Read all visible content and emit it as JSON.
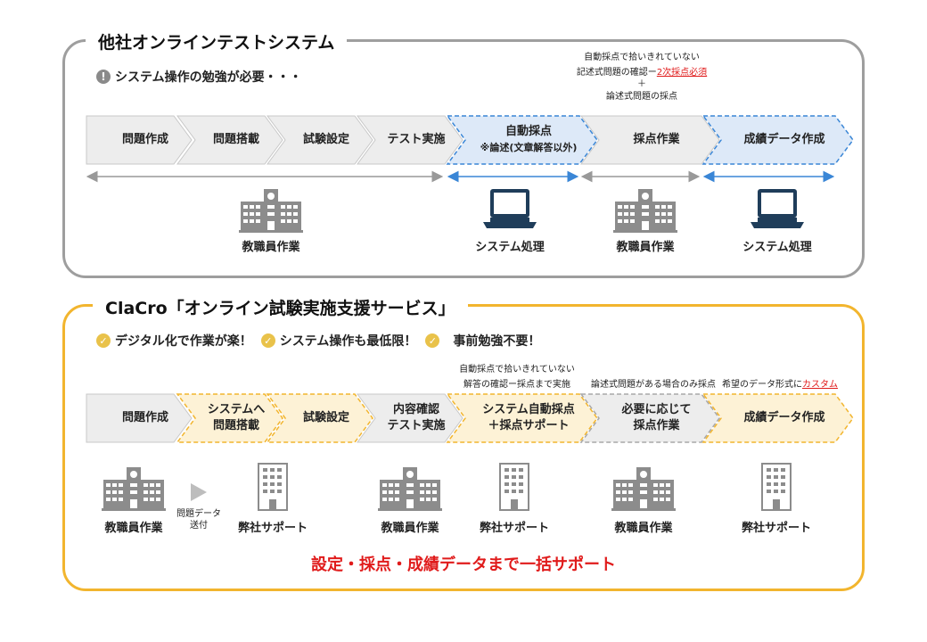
{
  "top": {
    "title": "他社オンラインテストシステム",
    "warning": "システム操作の勉強が必要・・・",
    "note_line1": "自動採点で拾いきれていない",
    "note_line2_pre": "記述式問題の確認ー",
    "note_line2_red": "2次採点必須",
    "note_plus": "＋",
    "note_line3": "論述式問題の採点",
    "steps": [
      {
        "label": "問題作成"
      },
      {
        "label": "問題搭載"
      },
      {
        "label": "試験設定"
      },
      {
        "label": "テスト実施"
      },
      {
        "label": "自動採点",
        "sub": "※論述(文章解答以外)"
      },
      {
        "label": "採点作業"
      },
      {
        "label": "成績データ作成"
      }
    ],
    "actors": [
      "教職員作業",
      "システム処理",
      "教職員作業",
      "システム処理"
    ]
  },
  "bottom": {
    "title": "ClaCro「オンライン試験実施支援サービス」",
    "benefits": [
      "デジタル化で作業が楽！",
      "システム操作も最低限！",
      "事前勉強不要！"
    ],
    "note_a_line1": "自動採点で拾いきれていない",
    "note_a_line2": "解答の確認ー採点まで実施",
    "note_b": "論述式問題がある場合のみ採点",
    "note_c_pre": "希望のデータ形式に",
    "note_c_red": "カスタム",
    "steps": [
      {
        "line1": "問題作成",
        "line2": ""
      },
      {
        "line1": "システムへ",
        "line2": "問題搭載"
      },
      {
        "line1": "試験設定",
        "line2": ""
      },
      {
        "line1": "内容確認",
        "line2": "テスト実施"
      },
      {
        "line1": "システム自動採点",
        "line2": "＋採点サポート"
      },
      {
        "line1": "必要に応じて",
        "line2": "採点作業"
      },
      {
        "line1": "成績データ作成",
        "line2": ""
      }
    ],
    "send_line1": "問題データ",
    "send_line2": "送付",
    "actors": [
      "教職員作業",
      "弊社サポート",
      "教職員作業",
      "弊社サポート",
      "教職員作業",
      "弊社サポート"
    ],
    "slogan": "設定・採点・成績データまで一括サポート"
  },
  "colors": {
    "gray_panel": "#9e9e9e",
    "yellow_panel": "#f2b52e",
    "gray_fill": "#ededed",
    "blue_fill": "#dde9f8",
    "blue_border": "#3a86d6",
    "yellow_fill": "#fdf2d6",
    "slogan_red": "#e01b1b"
  }
}
